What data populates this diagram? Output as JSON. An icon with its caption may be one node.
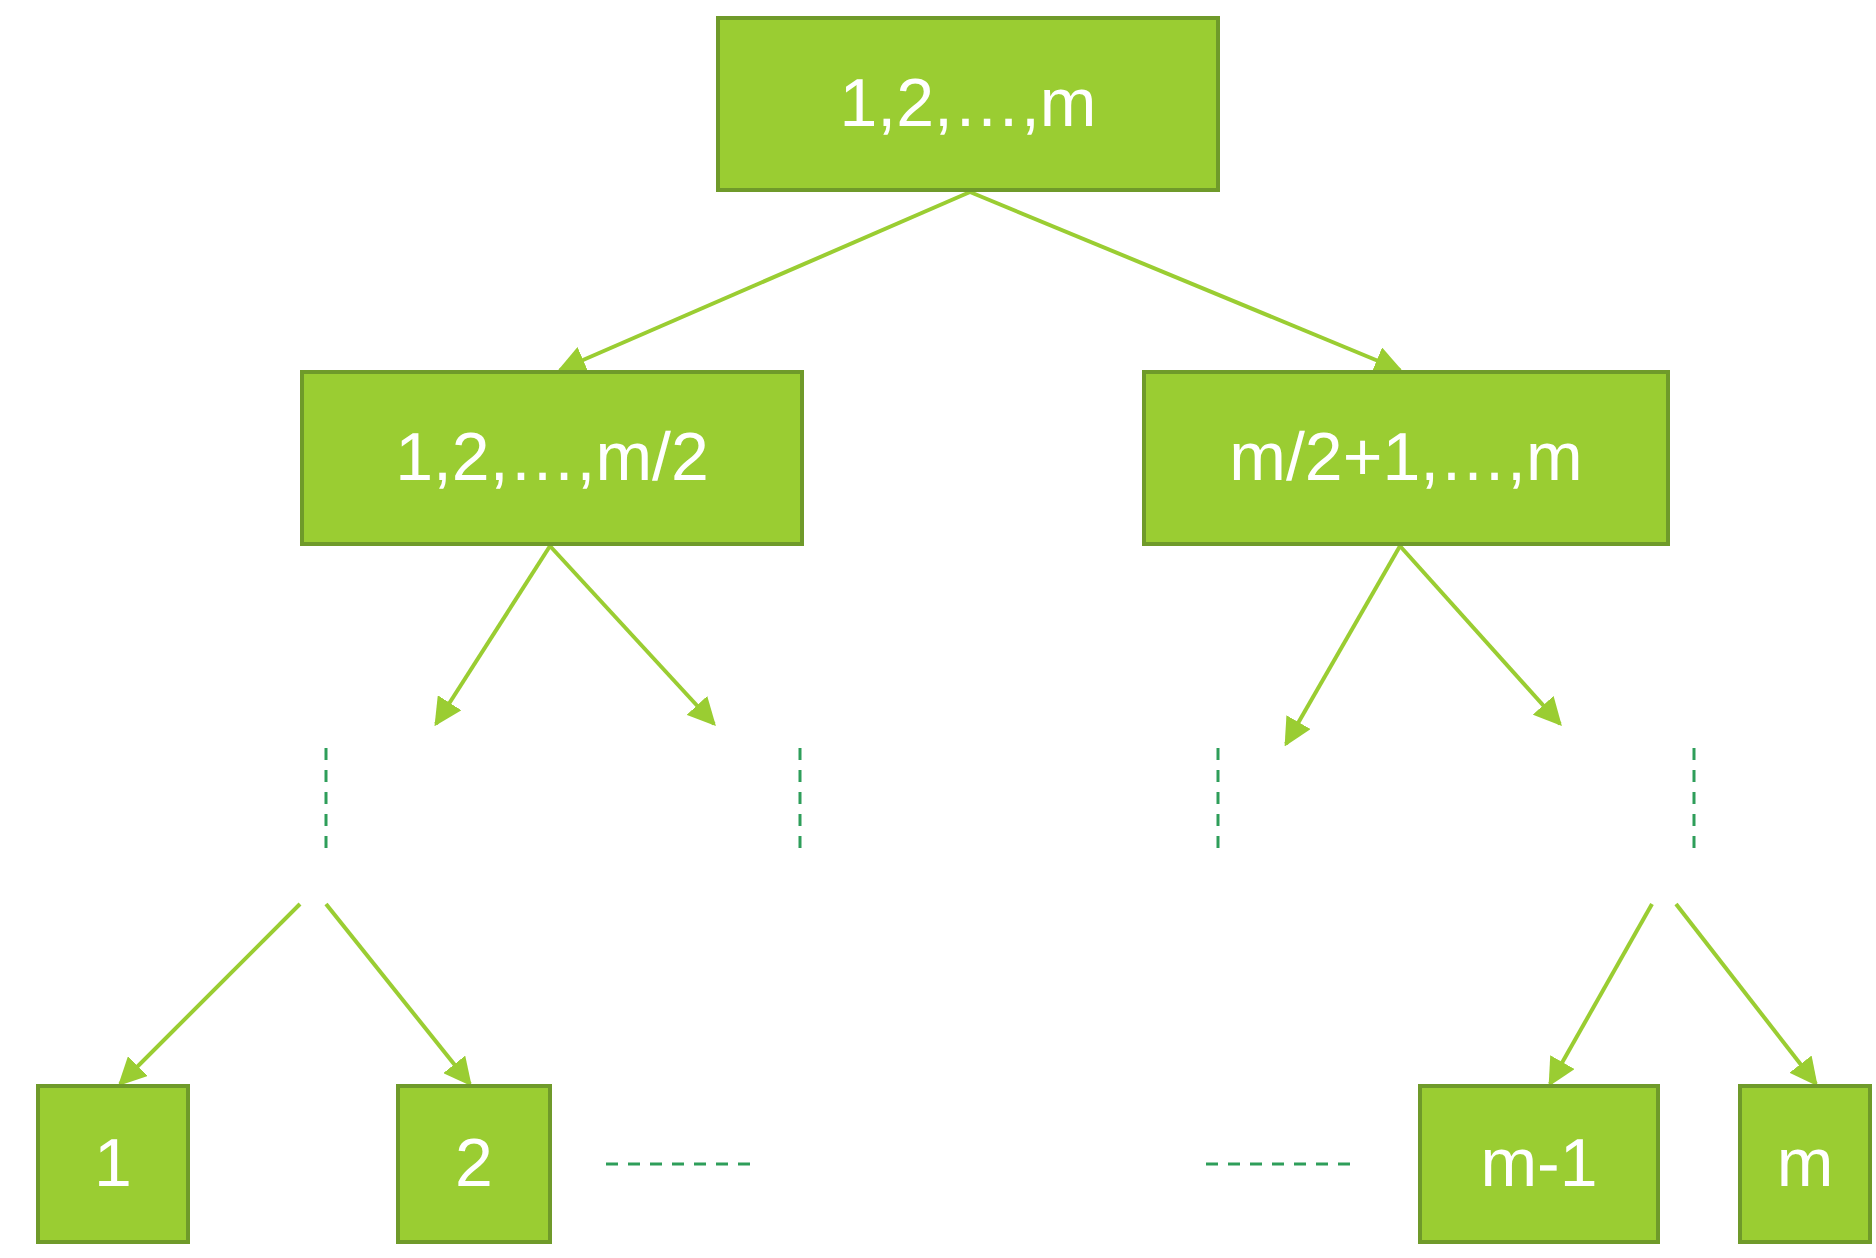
{
  "diagram": {
    "nodes": [
      {
        "text": [
          "1,2,…,m"
        ]
      },
      {
        "text": [
          "1,2,…,m/2"
        ]
      },
      {
        "text": [
          "m/2+1,…,m"
        ]
      },
      {
        "text": [
          "1"
        ]
      },
      {
        "text": [
          "2"
        ]
      },
      {
        "text": [
          "m-1"
        ]
      },
      {
        "text": [
          "m"
        ]
      }
    ],
    "edges": [
      {
        "from": 0,
        "to": 1,
        "arrow": "to"
      },
      {
        "from": 0,
        "to": 2,
        "arrow": "to"
      },
      {
        "from": 1,
        "to": null,
        "arrow": "to"
      },
      {
        "from": 1,
        "to": null,
        "arrow": "to"
      },
      {
        "from": 2,
        "to": null,
        "arrow": "to"
      },
      {
        "from": 2,
        "to": null,
        "arrow": "to"
      },
      {
        "from": null,
        "to": 3,
        "arrow": "to"
      },
      {
        "from": null,
        "to": 4,
        "arrow": "to"
      },
      {
        "from": null,
        "to": 5,
        "arrow": "to"
      },
      {
        "from": null,
        "to": 6,
        "arrow": "to"
      }
    ]
  }
}
